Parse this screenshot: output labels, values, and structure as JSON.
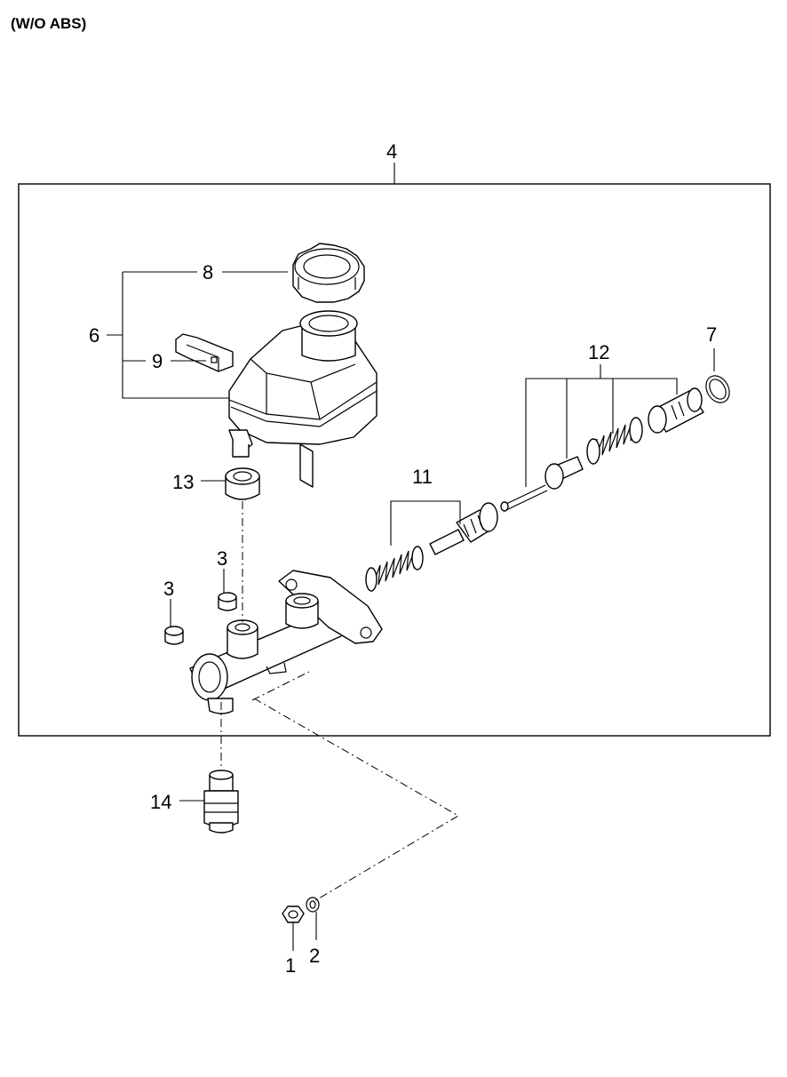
{
  "diagram": {
    "title": "(W/O ABS)",
    "callouts": {
      "c1": "1",
      "c2": "2",
      "c3a": "3",
      "c3b": "3",
      "c4": "4",
      "c6": "6",
      "c7": "7",
      "c8": "8",
      "c9": "9",
      "c11": "11",
      "c12": "12",
      "c13": "13",
      "c14": "14"
    }
  }
}
